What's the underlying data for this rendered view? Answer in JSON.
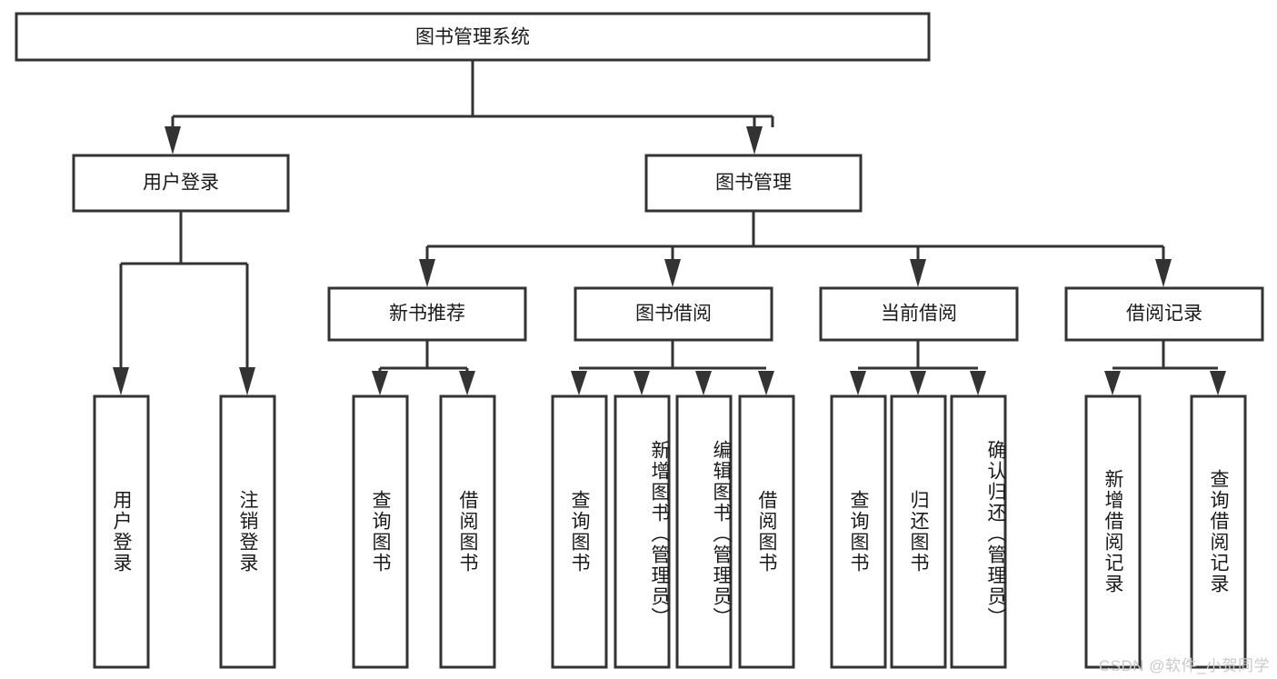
{
  "diagram": {
    "title": "图书管理系统",
    "type": "tree-structure-chart",
    "watermark": "CSDN @软件_小贺同学",
    "nodes": {
      "root": {
        "label": "图书管理系统"
      },
      "level2": [
        {
          "label": "用户登录"
        },
        {
          "label": "图书管理"
        }
      ],
      "level3": [
        {
          "label": "新书推荐"
        },
        {
          "label": "图书借阅"
        },
        {
          "label": "当前借阅"
        },
        {
          "label": "借阅记录"
        }
      ],
      "leaves_user_login": [
        {
          "label": "用户登录"
        },
        {
          "label": "注销登录"
        }
      ],
      "leaves_new_book": [
        {
          "label": "查询图书"
        },
        {
          "label": "借阅图书"
        }
      ],
      "leaves_borrow": [
        {
          "label": "查询图书"
        },
        {
          "label": "新增图书（管理员）"
        },
        {
          "label": "编辑图书（管理员）"
        },
        {
          "label": "借阅图书"
        }
      ],
      "leaves_current": [
        {
          "label": "查询图书"
        },
        {
          "label": "归还图书"
        },
        {
          "label": "确认归还（管理员）"
        }
      ],
      "leaves_records": [
        {
          "label": "新增借阅记录"
        },
        {
          "label": "查询借阅记录"
        }
      ]
    },
    "colors": {
      "stroke": "#333333",
      "fill": "#ffffff",
      "text": "#1a1a1a",
      "watermark": "#c9c9c9"
    }
  }
}
